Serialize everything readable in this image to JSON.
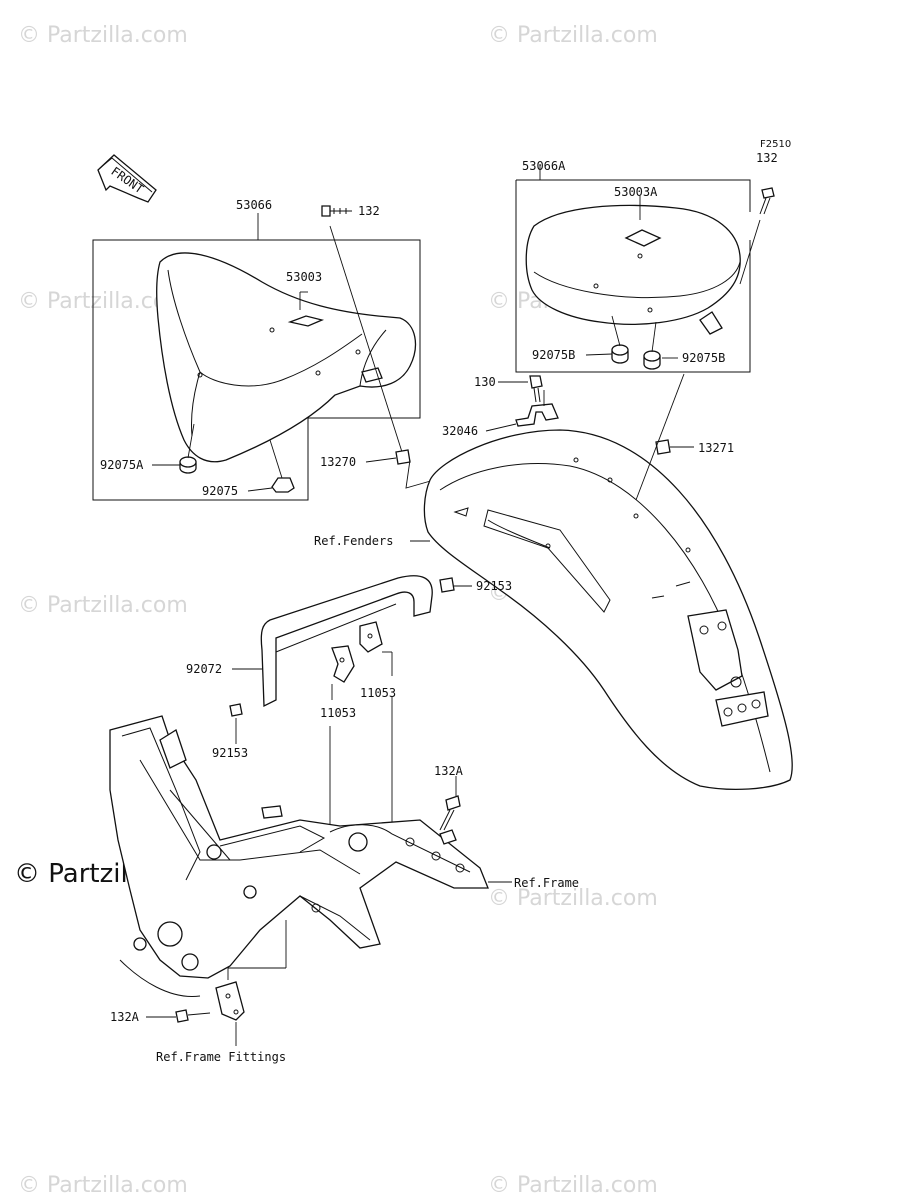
{
  "diagram_code": "F2510",
  "front_label": "FRONT",
  "watermark": "© Partzilla.com",
  "brand_watermark": "© Partzilla.com",
  "callouts": [
    "53066",
    "132",
    "53003",
    "92075A",
    "92075",
    "53066A",
    "53003A",
    "132",
    "92075B",
    "92075B",
    "130",
    "32046",
    "13270",
    "13271",
    "Ref.Fenders",
    "92153",
    "92072",
    "11053",
    "11053",
    "92153",
    "132A",
    "Ref.Frame",
    "132A",
    "Ref.Frame Fittings"
  ]
}
